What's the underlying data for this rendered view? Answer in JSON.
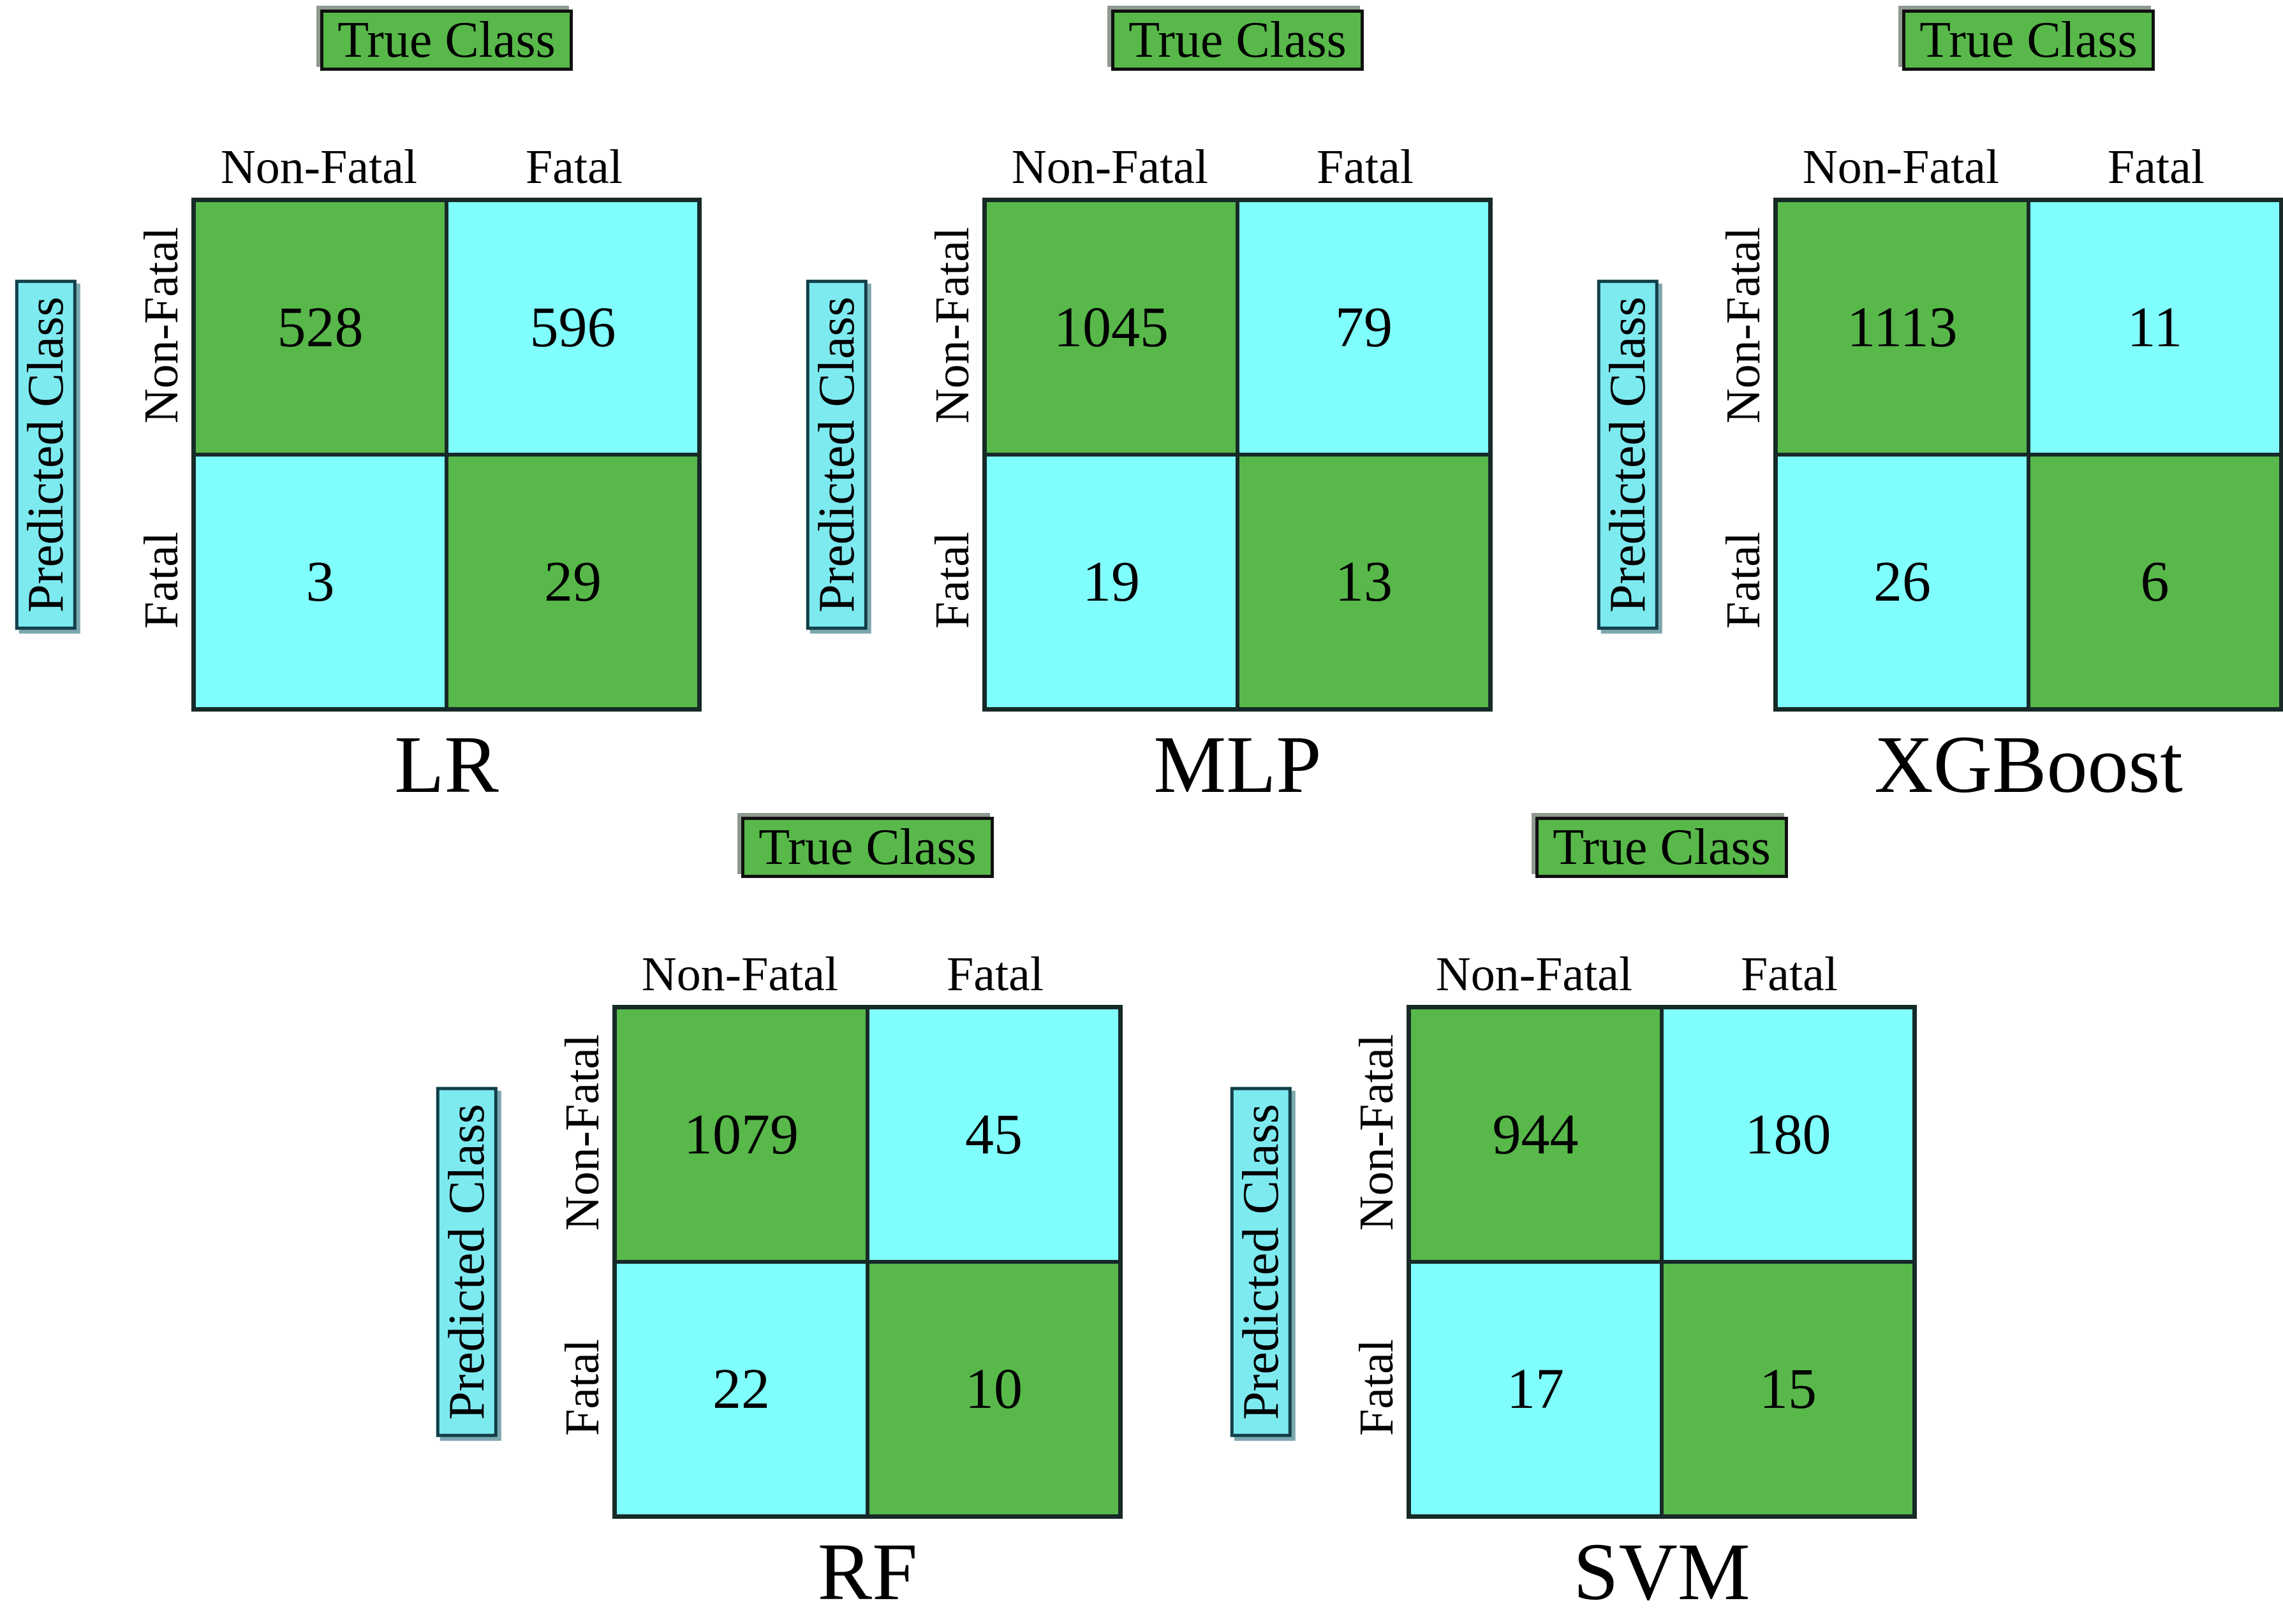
{
  "figure": {
    "true_class_label": "True Class",
    "predicted_class_label": "Predicted Class",
    "col_labels": [
      "Non-Fatal",
      "Fatal"
    ],
    "row_labels": [
      "Non-Fatal",
      "Fatal"
    ],
    "colors": {
      "green": "#58b84a",
      "cyan": "#80fdfd",
      "badgecyan": "#7deaf0",
      "border": "#172a28",
      "badgeborder": "#123f48"
    },
    "matrices": [
      {
        "model": "LR",
        "values": [
          [
            528,
            596
          ],
          [
            3,
            29
          ]
        ]
      },
      {
        "model": "MLP",
        "values": [
          [
            1045,
            79
          ],
          [
            19,
            13
          ]
        ]
      },
      {
        "model": "XGBoost",
        "values": [
          [
            1113,
            11
          ],
          [
            26,
            6
          ]
        ]
      },
      {
        "model": "RF",
        "values": [
          [
            1079,
            45
          ],
          [
            22,
            10
          ]
        ]
      },
      {
        "model": "SVM",
        "values": [
          [
            944,
            180
          ],
          [
            17,
            15
          ]
        ]
      }
    ]
  },
  "chart_data": [
    {
      "type": "heatmap",
      "title": "LR",
      "xlabel": "True Class",
      "ylabel": "Predicted Class",
      "x_categories": [
        "Non-Fatal",
        "Fatal"
      ],
      "y_categories": [
        "Non-Fatal",
        "Fatal"
      ],
      "values": [
        [
          528,
          596
        ],
        [
          3,
          29
        ]
      ],
      "cell_colors": [
        [
          "#58b84a",
          "#80fdfd"
        ],
        [
          "#80fdfd",
          "#58b84a"
        ]
      ],
      "legend_position": "none"
    },
    {
      "type": "heatmap",
      "title": "MLP",
      "xlabel": "True Class",
      "ylabel": "Predicted Class",
      "x_categories": [
        "Non-Fatal",
        "Fatal"
      ],
      "y_categories": [
        "Non-Fatal",
        "Fatal"
      ],
      "values": [
        [
          1045,
          79
        ],
        [
          19,
          13
        ]
      ],
      "cell_colors": [
        [
          "#58b84a",
          "#80fdfd"
        ],
        [
          "#80fdfd",
          "#58b84a"
        ]
      ],
      "legend_position": "none"
    },
    {
      "type": "heatmap",
      "title": "XGBoost",
      "xlabel": "True Class",
      "ylabel": "Predicted Class",
      "x_categories": [
        "Non-Fatal",
        "Fatal"
      ],
      "y_categories": [
        "Non-Fatal",
        "Fatal"
      ],
      "values": [
        [
          1113,
          11
        ],
        [
          26,
          6
        ]
      ],
      "cell_colors": [
        [
          "#58b84a",
          "#80fdfd"
        ],
        [
          "#80fdfd",
          "#58b84a"
        ]
      ],
      "legend_position": "none"
    },
    {
      "type": "heatmap",
      "title": "RF",
      "xlabel": "True Class",
      "ylabel": "Predicted Class",
      "x_categories": [
        "Non-Fatal",
        "Fatal"
      ],
      "y_categories": [
        "Non-Fatal",
        "Fatal"
      ],
      "values": [
        [
          1079,
          45
        ],
        [
          22,
          10
        ]
      ],
      "cell_colors": [
        [
          "#58b84a",
          "#80fdfd"
        ],
        [
          "#80fdfd",
          "#58b84a"
        ]
      ],
      "legend_position": "none"
    },
    {
      "type": "heatmap",
      "title": "SVM",
      "xlabel": "True Class",
      "ylabel": "Predicted Class",
      "x_categories": [
        "Non-Fatal",
        "Fatal"
      ],
      "y_categories": [
        "Non-Fatal",
        "Fatal"
      ],
      "values": [
        [
          944,
          180
        ],
        [
          17,
          15
        ]
      ],
      "cell_colors": [
        [
          "#58b84a",
          "#80fdfd"
        ],
        [
          "#80fdfd",
          "#58b84a"
        ]
      ],
      "legend_position": "none"
    }
  ]
}
